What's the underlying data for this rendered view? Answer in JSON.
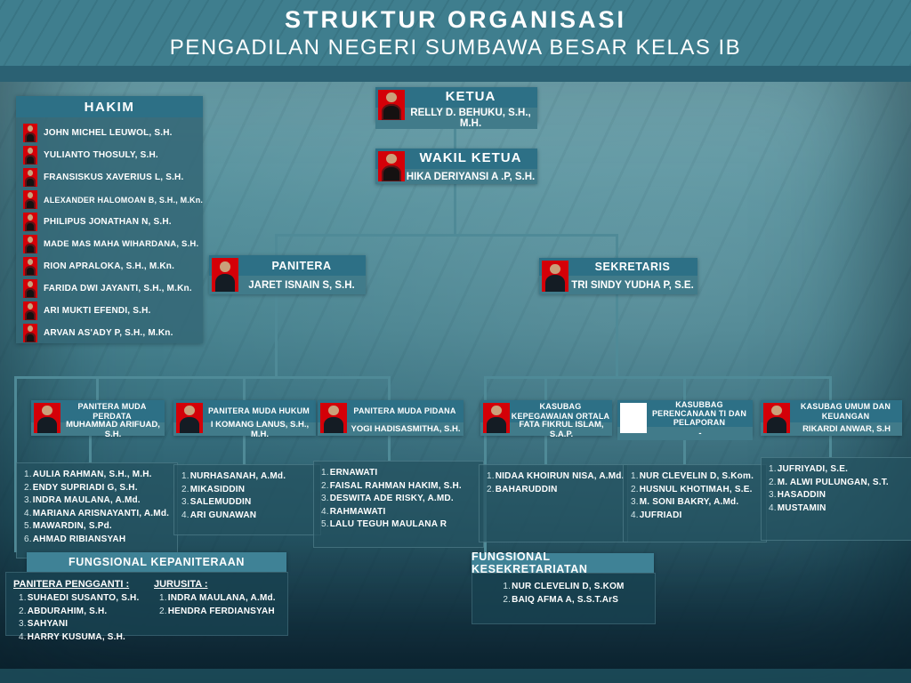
{
  "header": {
    "title": "STRUKTUR ORGANISASI",
    "subtitle": "PENGADILAN NEGERI SUMBAWA BESAR KELAS IB"
  },
  "nodes": {
    "ketua": {
      "title": "KETUA",
      "name": "RELLY D. BEHUKU, S.H., M.H."
    },
    "wakil": {
      "title": "WAKIL KETUA",
      "name": "HIKA DERIYANSI A .P, S.H."
    },
    "panitera": {
      "title": "PANITERA",
      "name": "JARET ISNAIN S, S.H."
    },
    "sekretaris": {
      "title": "SEKRETARIS",
      "name": "TRI SINDY YUDHA P, S.E."
    }
  },
  "hakim": {
    "title": "HAKIM",
    "members": [
      "JOHN MICHEL LEUWOL, S.H.",
      "YULIANTO THOSULY, S.H.",
      "FRANSISKUS XAVERIUS L, S.H.",
      "ALEXANDER HALOMOAN B, S.H., M.Kn.",
      "PHILIPUS JONATHAN N, S.H.",
      "MADE MAS MAHA WIHARDANA, S.H.",
      "RION APRALOKA, S.H., M.Kn.",
      "FARIDA DWI JAYANTI, S.H., M.Kn.",
      "ARI MUKTI EFENDI, S.H.",
      "ARVAN AS'ADY P, S.H., M.Kn."
    ]
  },
  "divisions": [
    {
      "title": "PANITERA MUDA PERDATA",
      "name": "MUHAMMAD ARIFUAD, S.H.",
      "staff": [
        "AULIA RAHMAN, S.H., M.H.",
        "ENDY SUPRIADI G, S.H.",
        "INDRA MAULANA, A.Md.",
        "MARIANA ARISNAYANTI, A.Md.",
        "MAWARDIN, S.Pd.",
        "AHMAD RIBIANSYAH"
      ]
    },
    {
      "title": "PANITERA MUDA HUKUM",
      "name": "I KOMANG LANUS, S.H., M.H.",
      "staff": [
        "NURHASANAH, A.Md.",
        "MIKASIDDIN",
        "SALEMUDDIN",
        "ARI GUNAWAN"
      ]
    },
    {
      "title": "PANITERA MUDA PIDANA",
      "name": "YOGI HADISASMITHA, S.H.",
      "staff": [
        "ERNAWATI",
        "FAISAL RAHMAN HAKIM, S.H.",
        "DESWITA ADE RISKY, A.MD.",
        "RAHMAWATI",
        "LALU TEGUH MAULANA R"
      ]
    },
    {
      "title": "KASUBAG KEPEGAWAIAN ORTALA",
      "name": "FATA FIKRUL ISLAM, S.A.P.",
      "staff": [
        "NIDAA KHOIRUN NISA, A.Md.",
        "BAHARUDDIN"
      ]
    },
    {
      "title": "KASUBBAG PERENCANAAN TI DAN PELAPORAN",
      "name": "-",
      "staff": [
        "NUR CLEVELIN D, S.Kom.",
        "HUSNUL KHOTIMAH, S.E.",
        "M. SONI BAKRY, A.Md.",
        "JUFRIADI"
      ]
    },
    {
      "title": "KASUBAG UMUM DAN KEUANGAN",
      "name": "RIKARDI ANWAR, S.H",
      "staff": [
        "JUFRIYADI, S.E.",
        "M. ALWI PULUNGAN, S.T.",
        "HASADDIN",
        "MUSTAMIN"
      ]
    }
  ],
  "fungsional": {
    "kepaniteraan": {
      "title": "FUNGSIONAL KEPANITERAAN",
      "groups": [
        {
          "label": "PANITERA PENGGANTI :",
          "members": [
            "SUHAEDI SUSANTO, S.H.",
            "ABDURAHIM, S.H.",
            "SAHYANI",
            "HARRY KUSUMA, S.H."
          ]
        },
        {
          "label": "JURUSITA :",
          "members": [
            "INDRA MAULANA, A.Md.",
            "HENDRA FERDIANSYAH"
          ]
        }
      ]
    },
    "kesekretariatan": {
      "title": "FUNGSIONAL KESEKRETARIATAN",
      "members": [
        "NUR CLEVELIN D, S.KOM",
        "BAIQ AFMA A, S.S.T.ArS"
      ]
    }
  },
  "colors": {
    "header_bar": "#3f7e8e",
    "header_strip": "#2b6173",
    "box_title_bar": "#2d7086",
    "box_name_bar": "#417b8a",
    "panel_body": "#346876",
    "func_header": "#3f8296",
    "connector": "#4f8a97",
    "photo_background_red": "#d40008"
  }
}
